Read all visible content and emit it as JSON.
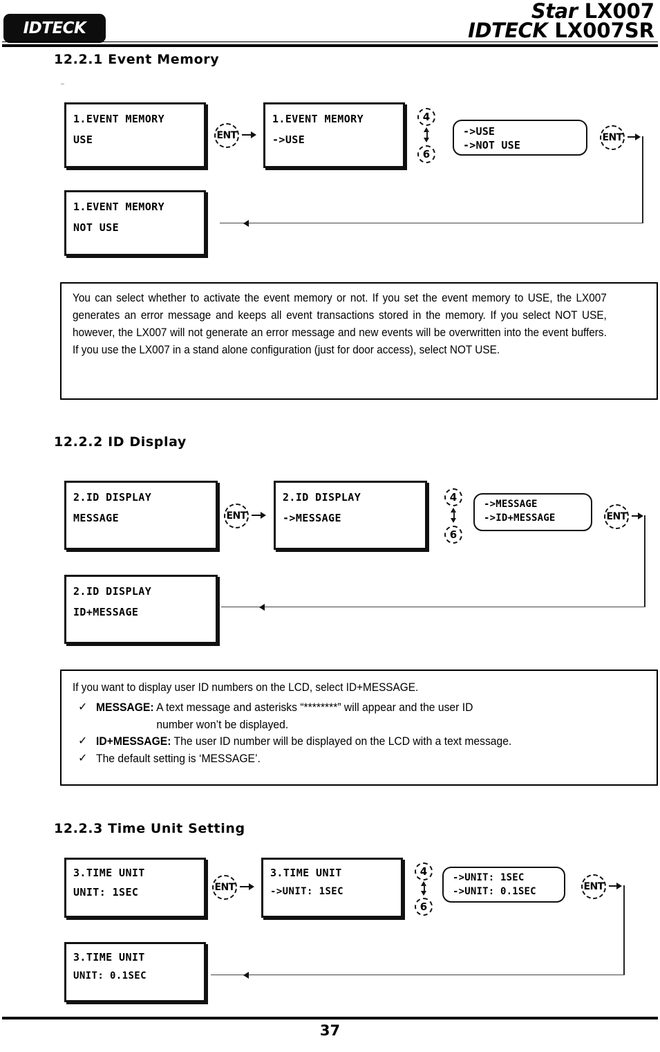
{
  "header": {
    "logo_text": "IDTECK",
    "product_line1_italic": "Star",
    "product_line1_rest": " LX007",
    "product_line2_italic": "IDTECK",
    "product_line2_rest": " LX007SR"
  },
  "footer": {
    "page_number": "37"
  },
  "sections": [
    {
      "heading": "12.2.1 Event Memory",
      "diagram": {
        "lcd_initial": {
          "line1": "1.EVENT MEMORY",
          "line2": "USE"
        },
        "lcd_edit": {
          "line1": "1.EVENT MEMORY",
          "line2": "->USE"
        },
        "lcd_result": {
          "line1": "1.EVENT MEMORY",
          "line2": "NOT USE"
        },
        "enter_key_1": "ENT",
        "enter_key_2": "ENT",
        "nav_key_up": "4",
        "nav_key_down": "6",
        "options": {
          "line1": "->USE",
          "line2": "->NOT USE"
        }
      },
      "note": {
        "paragraph": "You can select whether to activate the event memory or not. If you set the event memory to USE, the LX007 generates an error message and keeps all event transactions stored in the memory. If you select NOT USE, however, the LX007 will not generate an error message and new events will be overwritten into the event buffers. If you use the LX007 in a stand alone configuration (just for door access), select NOT USE."
      }
    },
    {
      "heading": "12.2.2 ID Display",
      "diagram": {
        "lcd_initial": {
          "line1": "2.ID DISPLAY",
          "line2": "MESSAGE"
        },
        "lcd_edit": {
          "line1": "2.ID DISPLAY",
          "line2": "->MESSAGE"
        },
        "lcd_result": {
          "line1": "2.ID DISPLAY",
          "line2": "ID+MESSAGE"
        },
        "enter_key_1": "ENT",
        "enter_key_2": "ENT",
        "nav_key_up": "4",
        "nav_key_down": "6",
        "options": {
          "line1": "->MESSAGE",
          "line2": "->ID+MESSAGE"
        }
      },
      "note": {
        "intro": "If you want to display user ID numbers on the LCD, select ID+MESSAGE.",
        "check_glyph": "✓",
        "bullets": [
          {
            "label": "MESSAGE:",
            "text": " A text message and asterisks “********” will appear and the user ID",
            "second_line": "number won’t be displayed."
          },
          {
            "label": "ID+MESSAGE:",
            "text": " The user ID number will be displayed on the LCD with a text message.",
            "second_line": ""
          },
          {
            "label": "",
            "text": "The default setting is ‘MESSAGE’.",
            "second_line": ""
          }
        ]
      }
    },
    {
      "heading": "12.2.3 Time Unit Setting",
      "diagram": {
        "lcd_initial": {
          "line1": "3.TIME UNIT",
          "line2": "UNIT: 1SEC"
        },
        "lcd_edit": {
          "line1": "3.TIME UNIT",
          "line2": "->UNIT: 1SEC"
        },
        "lcd_result": {
          "line1": "3.TIME UNIT",
          "line2": "UNIT: 0.1SEC"
        },
        "enter_key_1": "ENT",
        "enter_key_2": "ENT",
        "nav_key_up": "4",
        "nav_key_down": "6",
        "options": {
          "line1": "->UNIT: 1SEC",
          "line2": "->UNIT: 0.1SEC"
        }
      },
      "note": null
    }
  ]
}
